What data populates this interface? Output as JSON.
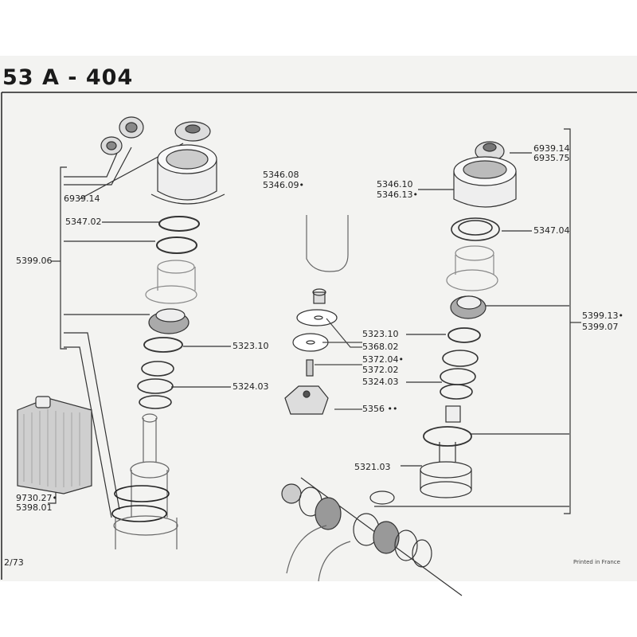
{
  "header": {
    "title": "53 A - 404"
  },
  "left_assembly": {
    "nut_ref": "6939.14",
    "cap_refs": [
      "5346.08",
      "5346.09•"
    ],
    "ring_ref": "5347.02",
    "kit_ref": "5399.06",
    "cup_ref": "5323.10",
    "spring_ref": "5324.03",
    "can_refs": [
      "9730.27•",
      "5398.01"
    ]
  },
  "center_assembly": {
    "cup_ref": "5323.10",
    "washer_ref": "5368.02",
    "screw_refs": [
      "5372.04•",
      "5372.02"
    ],
    "spring_ref": "5324.03",
    "valve_ref": "5356 ••"
  },
  "right_assembly": {
    "nut_refs": [
      "6939.14",
      "6935.75"
    ],
    "cap_refs": [
      "5346.10",
      "5346.13•"
    ],
    "ring_ref": "5347.04",
    "kit_refs": [
      "5399.13•",
      "5399.07"
    ],
    "piston_ref": "5321.03"
  },
  "footer": {
    "page": "2/73",
    "printed": "Printed in France"
  }
}
